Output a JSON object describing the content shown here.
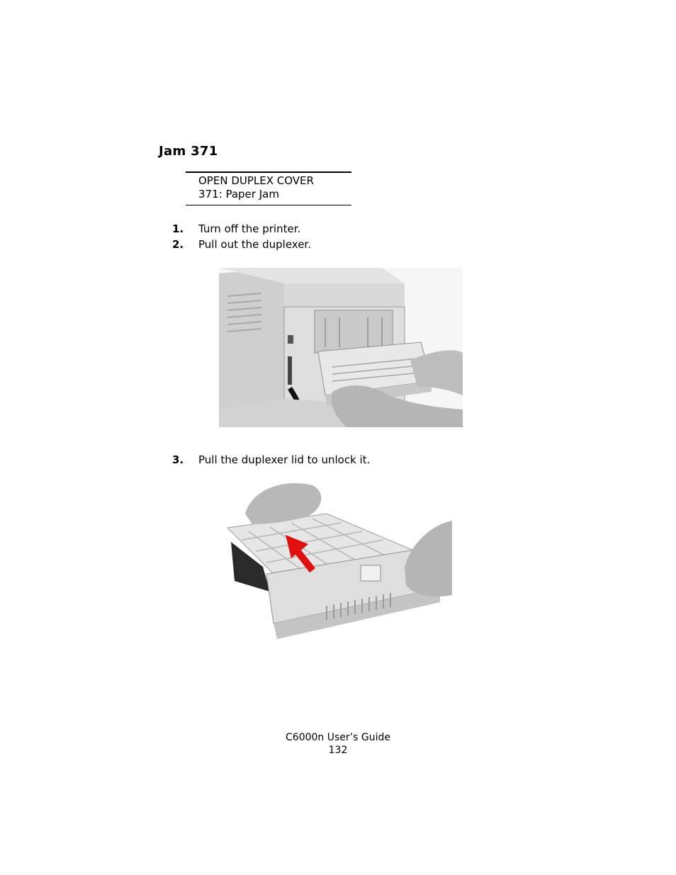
{
  "section": {
    "title": "Jam 371"
  },
  "message": {
    "line1": "OPEN DUPLEX COVER",
    "line2": "371: Paper Jam"
  },
  "steps": [
    {
      "number": "1.",
      "text": "Turn off the printer."
    },
    {
      "number": "2.",
      "text": "Pull out the duplexer."
    },
    {
      "number": "3.",
      "text": "Pull the duplexer lid to unlock it."
    }
  ],
  "figures": [
    {
      "subject": "printer-rear-with-duplexer-being-pulled-out"
    },
    {
      "subject": "duplexer-with-lid-being-pulled",
      "arrow_color": "#e01010"
    }
  ],
  "footer": {
    "guide_title": "C6000n User’s Guide",
    "page_number": "132"
  }
}
